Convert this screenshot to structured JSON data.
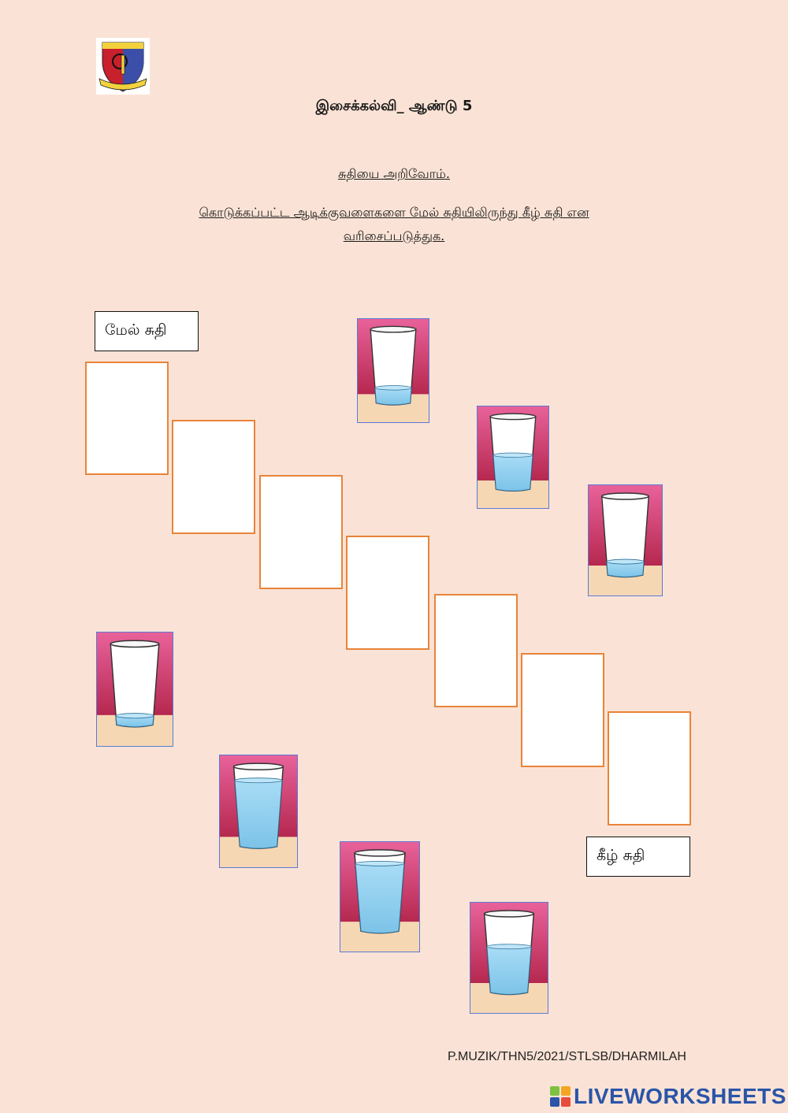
{
  "header": {
    "title": "இசைக்கல்வி_ ஆண்டு 5",
    "subtitle": "சுதியை அறிவோம்.",
    "instruction_line1": "கொடுக்கப்பட்ட ஆடிக்குவளைகளை மேல் சுதியிலிருந்து கீழ் சுதி என",
    "instruction_line2": "வரிசைப்படுத்துக."
  },
  "labels": {
    "high": "மேல் சுதி",
    "low": "கீழ் சுதி"
  },
  "drop_slots": [
    1,
    2,
    3,
    4,
    5,
    6,
    7
  ],
  "glasses": [
    {
      "id": "g1",
      "water_level": 0.22,
      "bg": "#b5284f"
    },
    {
      "id": "g2",
      "water_level": 0.5,
      "bg": "#b5284f"
    },
    {
      "id": "g3",
      "water_level": 0.18,
      "bg": "#b5284f"
    },
    {
      "id": "g4",
      "water_level": 0.12,
      "bg": "#b5284f"
    },
    {
      "id": "g5",
      "water_level": 0.88,
      "bg": "#b5284f"
    },
    {
      "id": "g6",
      "water_level": 0.92,
      "bg": "#b5284f"
    },
    {
      "id": "g7",
      "water_level": 0.62,
      "bg": "#b5284f"
    }
  ],
  "colors": {
    "page_bg": "#fae3d6",
    "slot_border": "#e8843a",
    "card_border": "#5b79d6",
    "water": "#7cc3e8"
  },
  "footer": {
    "credit": "P.MUZIK/THN5/2021/STLSB/DHARMILAH",
    "brand": "LIVEWORKSHEETS"
  }
}
